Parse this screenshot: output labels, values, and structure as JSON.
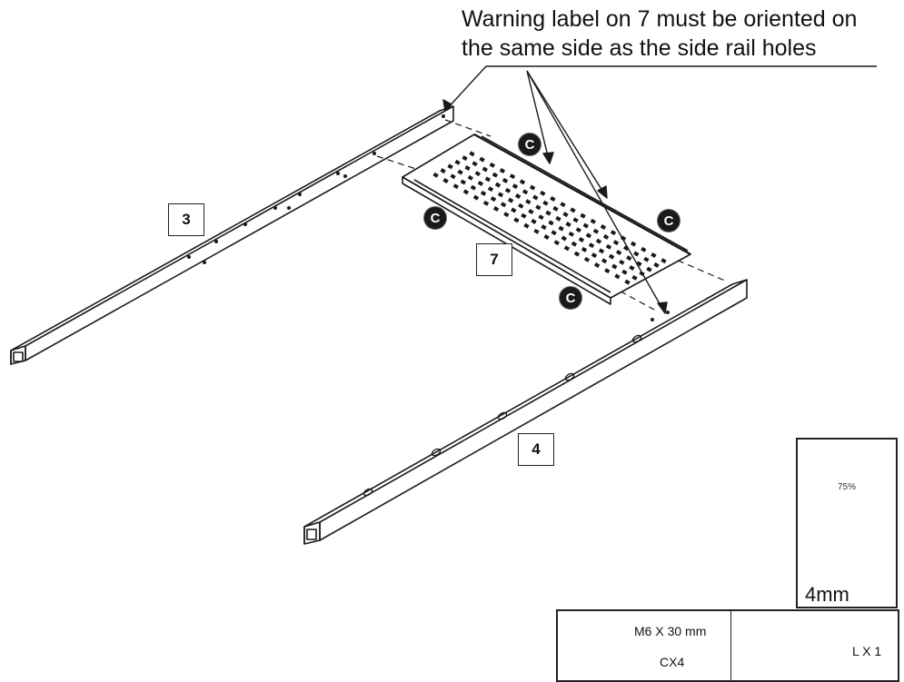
{
  "warning": {
    "line1": "Warning label on 7 must be oriented on",
    "line2": "the same side as the side rail holes"
  },
  "parts": {
    "rail_left": "3",
    "rail_right": "4",
    "shelf": "7"
  },
  "fastener_marker": "C",
  "tool_info": {
    "torque_percent": "75%",
    "wrench_size": "4mm"
  },
  "hardware": {
    "bolt_spec": "M6 X 30 mm",
    "bolt_qty": "CX4",
    "key_qty": "L X 1"
  },
  "colors": {
    "line": "#1a1a1a",
    "badge": "#1a1a1a"
  }
}
